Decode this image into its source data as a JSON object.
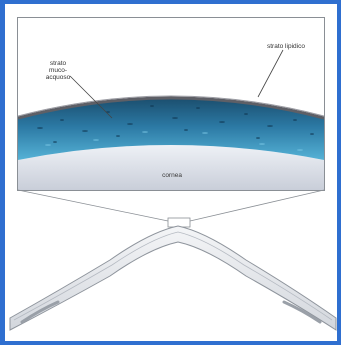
{
  "labels": {
    "lipid_layer": "strato lipidico",
    "mucoaqueous_layer": "strato muco-acquoso",
    "cornea": "cornea"
  },
  "colors": {
    "frame": "#2f6fd0",
    "tear_film_dark": "#1e5a7c",
    "tear_film_light": "#3f9fc8",
    "cornea": "#d9dde6",
    "lipid_layer": "#6c6c72"
  }
}
